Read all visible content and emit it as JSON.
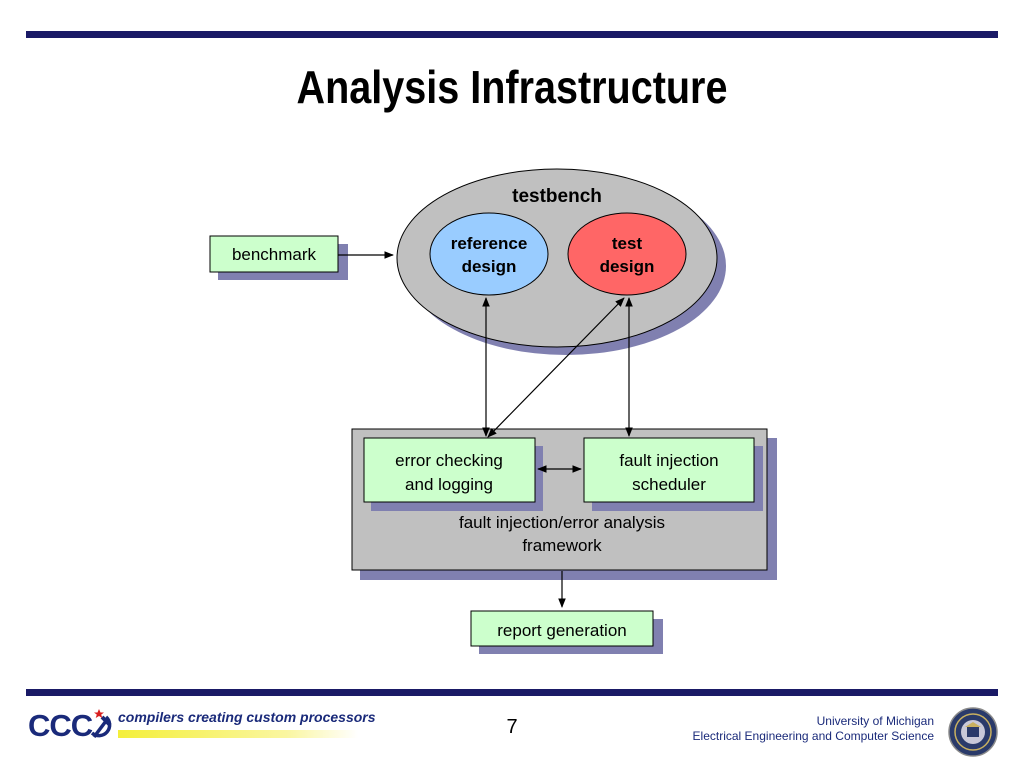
{
  "slide": {
    "title": "Analysis Infrastructure",
    "page_number": "7"
  },
  "diagram": {
    "testbench_label": "testbench",
    "reference_design_label": [
      "reference",
      "design"
    ],
    "test_design_label": [
      "test",
      "design"
    ],
    "benchmark_label": "benchmark",
    "error_checking_label": [
      "error checking",
      "and logging"
    ],
    "fault_scheduler_label": [
      "fault injection",
      "scheduler"
    ],
    "framework_label": [
      "fault injection/error analysis",
      "framework"
    ],
    "report_label": "report generation"
  },
  "footer": {
    "logo_text": "CCC",
    "tagline": "compilers creating custom processors",
    "university": "University of Michigan",
    "department": "Electrical Engineering and Computer Science",
    "seal_icon": "university-seal-icon"
  },
  "colors": {
    "accent_bar": "#1a1a66",
    "ellipse_fill": "#c0c0c0",
    "reference_fill": "#99ccff",
    "test_fill": "#ff6666",
    "box_fill": "#ccffcc",
    "shadow": "#8080b0"
  }
}
